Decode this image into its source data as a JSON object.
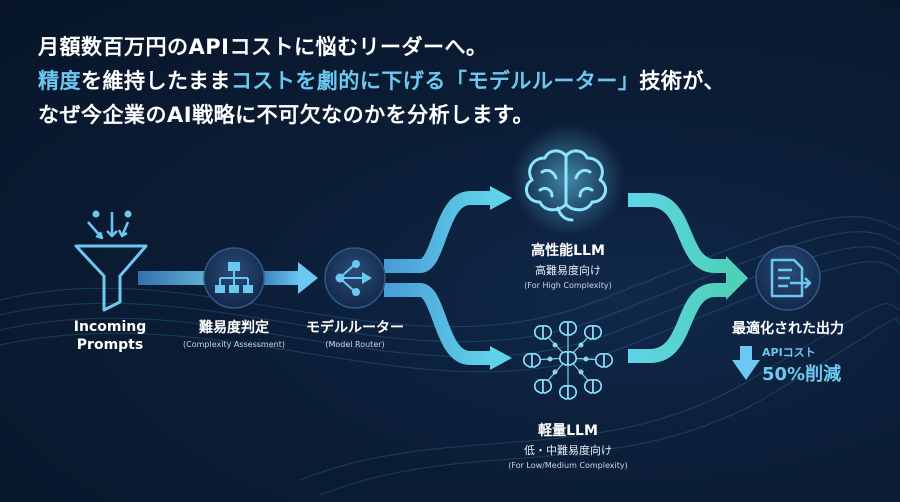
{
  "headline": {
    "line1": "月額数百万円のAPIコストに悩むリーダーへ。",
    "line2_hl1": "精度",
    "line2_mid1": "を維持したまま",
    "line2_hl2": "コストを劇的に下げる",
    "line2_mid2": "「モデルルーター」",
    "line2_end": "技術が、",
    "line3": "なぜ今企業のAI戦略に不可欠なのかを分析します。"
  },
  "nodes": {
    "prompts": {
      "label_line1": "Incoming",
      "label_line2": "Prompts",
      "icon": "funnel-icon"
    },
    "assessment": {
      "label": "難易度判定",
      "sub": "(Complexity Assessment)",
      "icon": "hierarchy-icon"
    },
    "router": {
      "label": "モデルルーター",
      "sub": "(Model Router)",
      "icon": "router-icon"
    },
    "high": {
      "label": "高性能LLM",
      "sub": "高難易度向け",
      "tiny": "(For High Complexity)",
      "icon": "brain-icon"
    },
    "light": {
      "label": "軽量LLM",
      "sub": "低・中難易度向け",
      "tiny": "(For Low/Medium Complexity)",
      "icon": "brain-network-icon"
    },
    "output": {
      "label": "最適化された出力",
      "icon": "document-output-icon"
    }
  },
  "savings": {
    "label": "APIコスト",
    "value": "50%削減",
    "icon": "down-arrow-icon"
  },
  "colors": {
    "accent": "#6cc8f0",
    "cyan": "#5fd4e8",
    "teal": "#4fd1b8",
    "background": "#0b1d36"
  }
}
